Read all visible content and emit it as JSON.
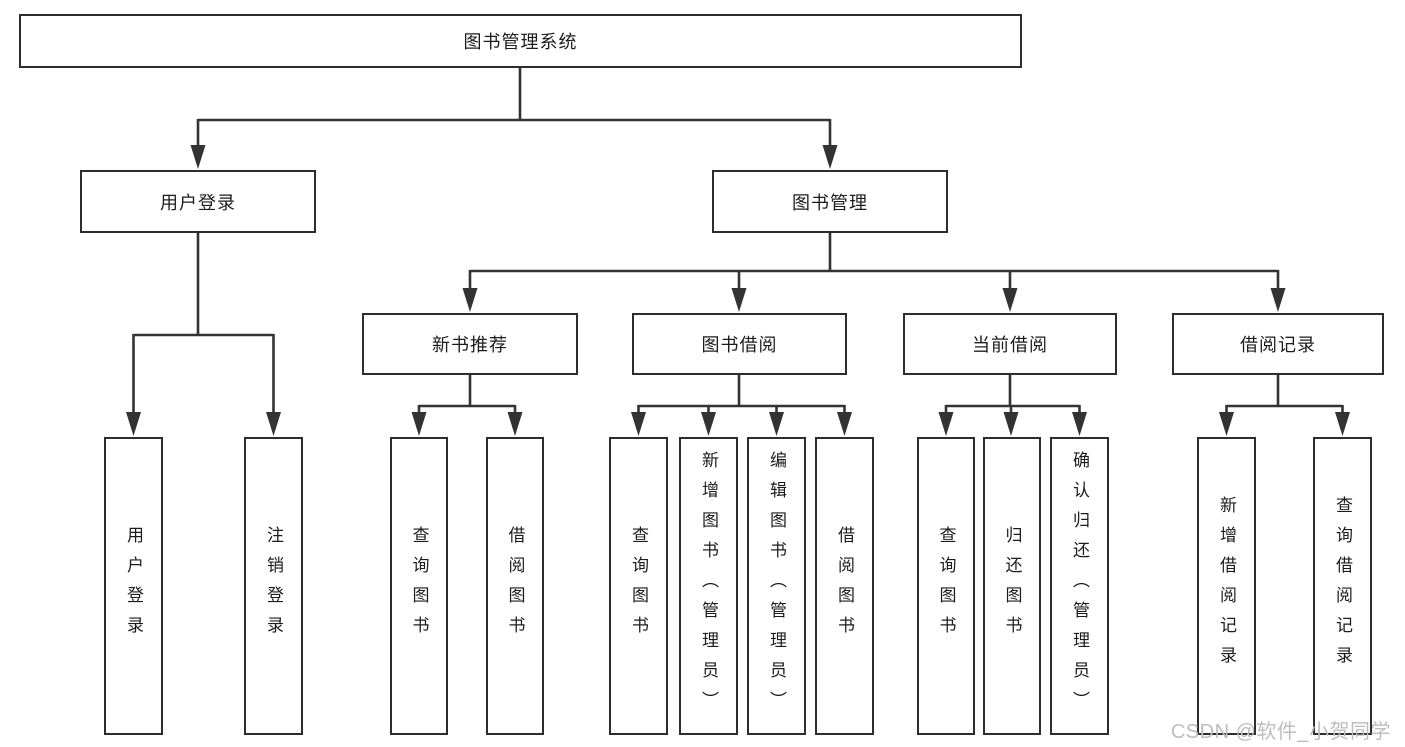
{
  "colors": {
    "line": "#333333",
    "box_border": "#2d2d2d",
    "text": "#1c1c1c",
    "watermark": "#bdbdbd",
    "background": "#ffffff"
  },
  "watermark": {
    "text": "CSDN @软件_小贺同学"
  },
  "tree": {
    "root": {
      "label": "图书管理系统"
    },
    "children": [
      {
        "label": "用户登录",
        "children": [
          {
            "label": "用户登录"
          },
          {
            "label": "注销登录"
          }
        ]
      },
      {
        "label": "图书管理",
        "children": [
          {
            "label": "新书推荐",
            "children": [
              {
                "label": "查询图书"
              },
              {
                "label": "借阅图书"
              }
            ]
          },
          {
            "label": "图书借阅",
            "children": [
              {
                "label": "查询图书"
              },
              {
                "label": "新增图书（管理员）"
              },
              {
                "label": "编辑图书（管理员）"
              },
              {
                "label": "借阅图书"
              }
            ]
          },
          {
            "label": "当前借阅",
            "children": [
              {
                "label": "查询图书"
              },
              {
                "label": "归还图书"
              },
              {
                "label": "确认归还（管理员）"
              }
            ]
          },
          {
            "label": "借阅记录",
            "children": [
              {
                "label": "新增借阅记录"
              },
              {
                "label": "查询借阅记录"
              }
            ]
          }
        ]
      }
    ]
  }
}
